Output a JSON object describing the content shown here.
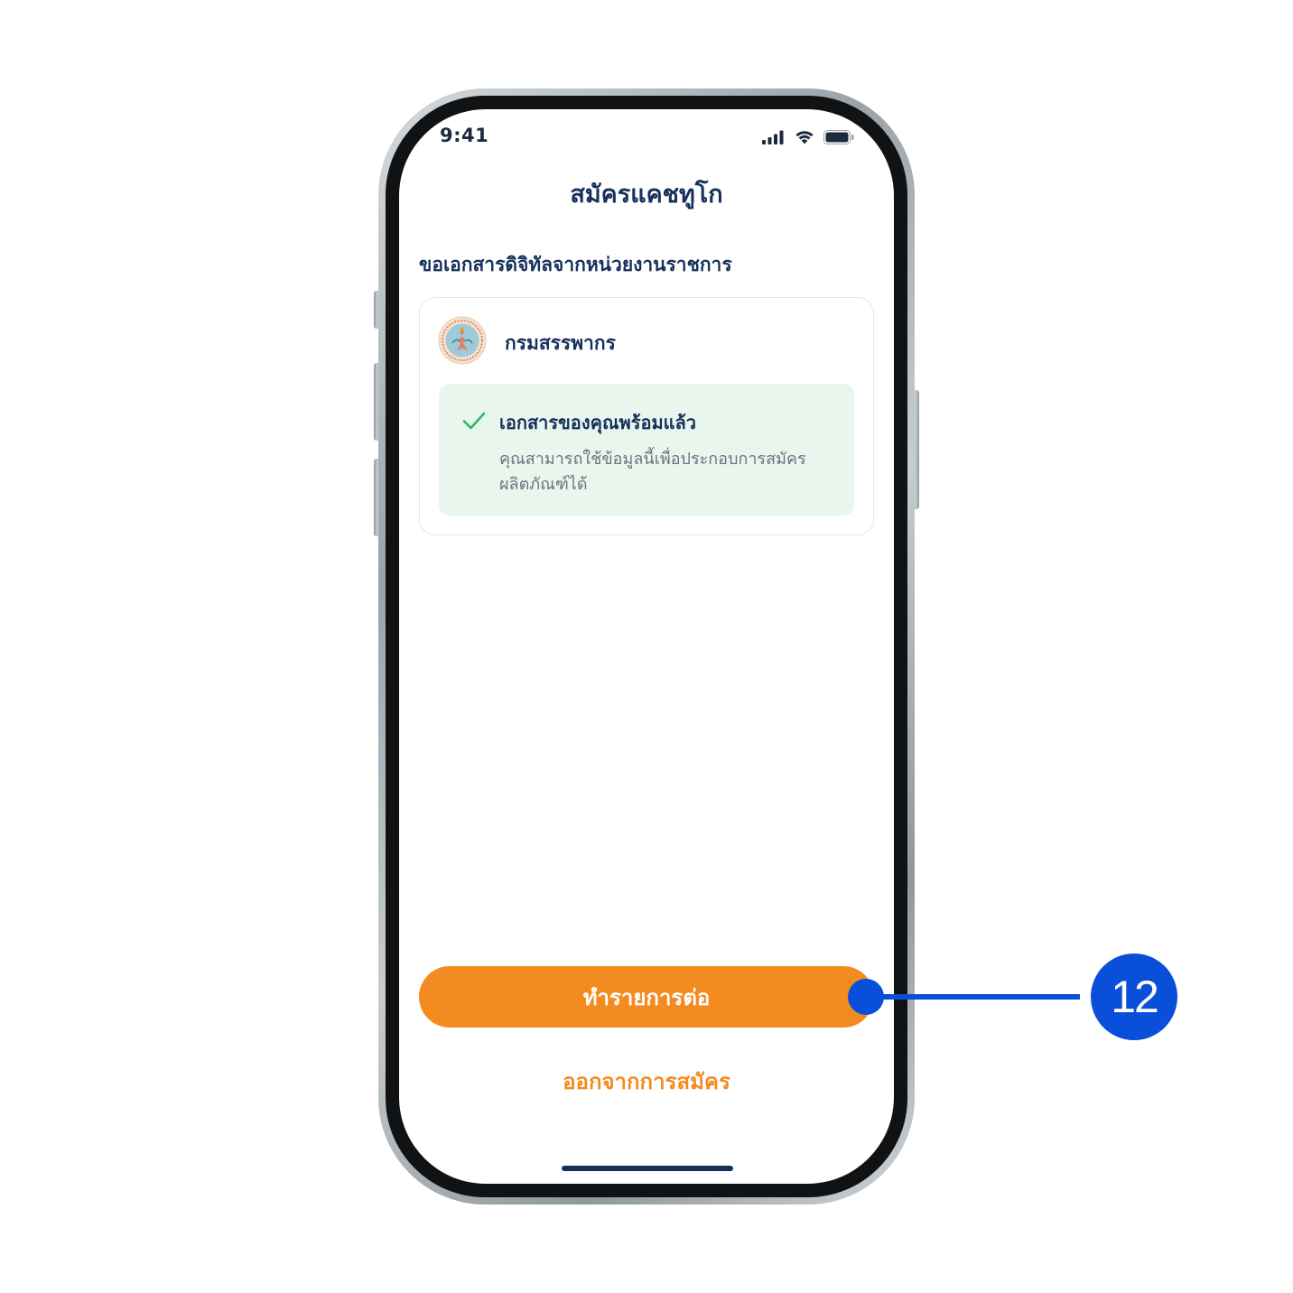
{
  "status_bar": {
    "time": "9:41",
    "icons": [
      "signal-icon",
      "wifi-icon",
      "battery-icon"
    ]
  },
  "header": {
    "title": "สมัครแคชทูโก"
  },
  "section": {
    "heading": "ขอเอกสารดิจิทัลจากหน่วยงานราชการ"
  },
  "agency_card": {
    "name": "กรมสรรพากร",
    "logo": "revenue-department-seal-icon",
    "status": {
      "title": "เอกสารของคุณพร้อมแล้ว",
      "description": "คุณสามารถใช้ข้อมูลนี้เพื่อประกอบการสมัครผลิตภัณฑ์ได้",
      "icon": "check-icon"
    }
  },
  "actions": {
    "continue_label": "ทำรายการต่อ",
    "exit_label": "ออกจากการสมัคร"
  },
  "callout": {
    "number": "12"
  },
  "colors": {
    "primary_orange": "#f48b20",
    "navy_text": "#16305c",
    "success_green": "#2fb560",
    "success_bg": "#e9f6ee",
    "callout_blue": "#0a4fd9"
  }
}
